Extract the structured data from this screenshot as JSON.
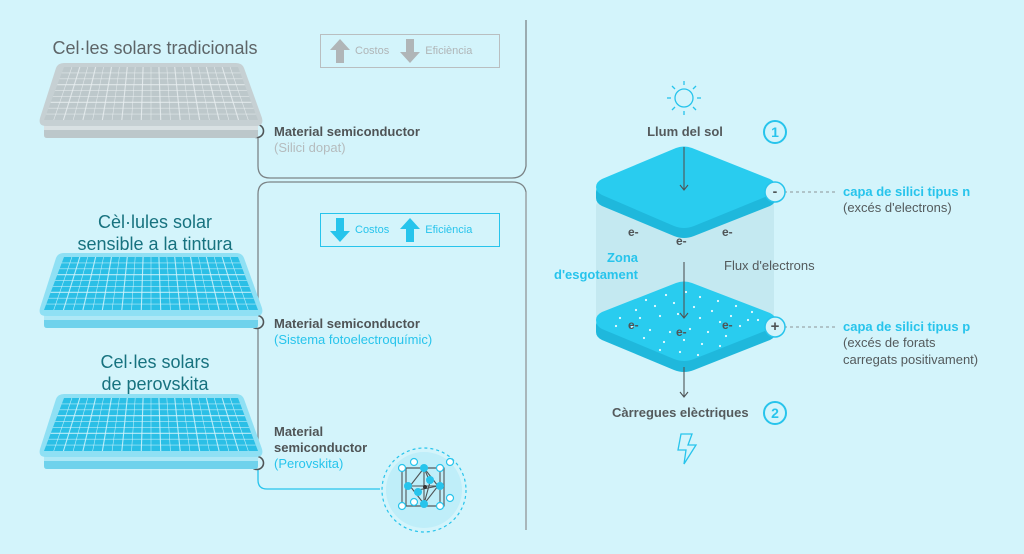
{
  "left": {
    "cells": [
      {
        "title_lines": [
          "Cel·les solars tradicionals"
        ],
        "theme": "gray",
        "material_label_lines": [
          "Material semiconductor"
        ],
        "material_sub": "(Silici dopat)",
        "badge": {
          "first": {
            "direction": "up",
            "label": "Costos"
          },
          "second": {
            "direction": "down",
            "label": "Eficiència"
          }
        }
      },
      {
        "title_lines": [
          "Cèl·lules solar",
          "sensible a la tintura"
        ],
        "theme": "cyan",
        "material_label_lines": [
          "Material semiconductor"
        ],
        "material_sub": "(Sistema fotoelectroquímic)",
        "badge": {
          "first": {
            "direction": "down",
            "label": "Costos"
          },
          "second": {
            "direction": "up",
            "label": "Eficiència"
          }
        }
      },
      {
        "title_lines": [
          "Cel·les solars",
          "de perovskita"
        ],
        "theme": "cyan",
        "material_label_lines": [
          "Material",
          "semiconductor"
        ],
        "material_sub": "(Perovskita)",
        "icon": "perovskite-crystal-icon"
      }
    ]
  },
  "right": {
    "sunlight_label": "Llum del sol",
    "sun_icon": "sun-icon",
    "step1": "1",
    "step2": "2",
    "charges_label": "Càrregues elèctriques",
    "bolt_icon": "lightning-bolt-icon",
    "zone_label_lines": [
      "Zona",
      "d'esgotament"
    ],
    "flux_label": "Flux d'electrons",
    "electron_symbol": "e-",
    "n_layer": {
      "sign": "-",
      "name": "capa de silici tipus n",
      "desc_lines": [
        "(excés d'electrons)"
      ]
    },
    "p_layer": {
      "sign": "+",
      "name": "capa de silici tipus p",
      "desc_lines": [
        "(excés de forats",
        "carregats positivament)"
      ]
    }
  },
  "colors": {
    "background": "#d3f4fb",
    "accent": "#27c4ec",
    "dark_text": "#4f5456",
    "gray": "#b9bec0",
    "teal_title": "#17727f"
  }
}
